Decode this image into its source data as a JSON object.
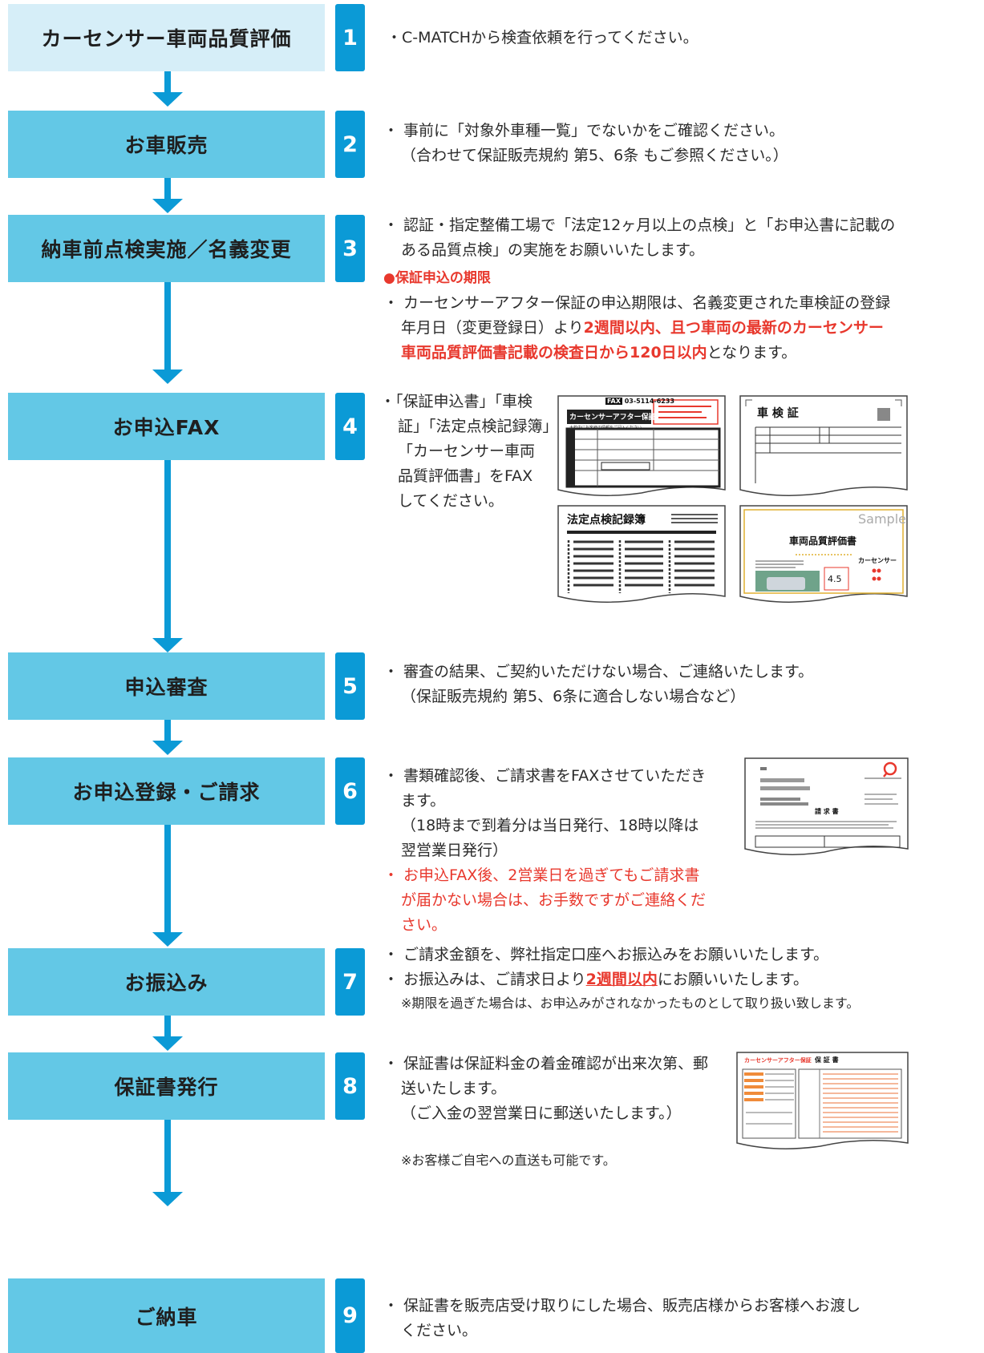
{
  "steps": [
    {
      "num": "1",
      "title": "カーセンサー車両品質評価"
    },
    {
      "num": "2",
      "title": "お車販売"
    },
    {
      "num": "3",
      "title": "納車前点検実施／名義変更"
    },
    {
      "num": "4",
      "title": "お申込FAX"
    },
    {
      "num": "5",
      "title": "申込審査"
    },
    {
      "num": "6",
      "title": "お申込登録・ご請求"
    },
    {
      "num": "7",
      "title": "お振込み"
    },
    {
      "num": "8",
      "title": "保証書発行"
    },
    {
      "num": "9",
      "title": "ご納車"
    }
  ],
  "step1": {
    "l1": "・C-MATCHから検査依頼を行ってください。"
  },
  "step2": {
    "l1": "・ 事前に「対象外車種一覧」でないかをご確認ください。",
    "l2": "（合わせて保証販売規約 第5、6条 もご参照ください。）"
  },
  "step3": {
    "l1": "・ 認証・指定整備工場で「法定12ヶ月以上の点検」と「お申込書に記載の",
    "l2": "ある品質点検」の実施をお願いいたします。",
    "deadline_heading": "●保証申込の期限",
    "l3": "・ カーセンサーアフター保証の申込期限は、名義変更された車検証の登録",
    "l4a": "年月日（変更登録日）より",
    "l4b": "2週間以内、且つ車両の最新のカーセンサー",
    "l5a": "車両品質評価書記載の検査日から120日以内",
    "l5b": "となります。"
  },
  "step4": {
    "l1": "・「保証申込書」「車検",
    "l2": "証」「法定点検記録簿」",
    "l3": "「カーセンサー車両",
    "l4": "品質評価書」をFAX",
    "l5": "してください。",
    "fax_form": {
      "fax_tag": "FAX",
      "fax_number": "03-5114-6233",
      "header": "カーセンサーアフター保証",
      "note": "太枠内にお客様の情報をご記入ください。"
    },
    "shaken_title": "車 検 証",
    "kiroku_title": "法定点検記録簿",
    "hyoka": {
      "sample": "Sample",
      "title": "車両品質評価書",
      "brand": "カーセンサー",
      "score": "4.5"
    }
  },
  "step5": {
    "l1": "・ 審査の結果、ご契約いただけない場合、ご連絡いたします。",
    "l2": "（保証販売規約 第5、6条に適合しない場合など）"
  },
  "step6": {
    "l1": "・ 書類確認後、ご請求書をFAXさせていただき",
    "l2": "ます。",
    "l3": "（18時まで到着分は当日発行、18時以降は",
    "l4": "翌営業日発行）",
    "l5": "・ お申込FAX後、2営業日を過ぎてもご請求書",
    "l6": "が届かない場合は、お手数ですがご連絡くだ",
    "l7": "さい。",
    "invoice_title": "請 求 書"
  },
  "step7": {
    "l1": "・ ご請求金額を、弊社指定口座へお振込みをお願いいたします。",
    "l2a": "・ お振込みは、ご請求日より",
    "l2b": "2週間以内",
    "l2c": "にお願いいたします。",
    "note": "※期限を過ぎた場合は、お申込みがされなかったものとして取り扱い致します。"
  },
  "step8": {
    "l1": "・ 保証書は保証料金の着金確認が出来次第、郵",
    "l2": "送いたします。",
    "l3": "（ご入金の翌営業日に郵送いたします。）",
    "note": "※お客様ご自宅への直送も可能です。",
    "cert_header": "カーセンサーアフター保証",
    "cert_title": "保 証 書"
  },
  "step9": {
    "l1": "・ 保証書を販売店受け取りにした場合、販売店様からお客様へお渡し",
    "l2": "ください。"
  }
}
